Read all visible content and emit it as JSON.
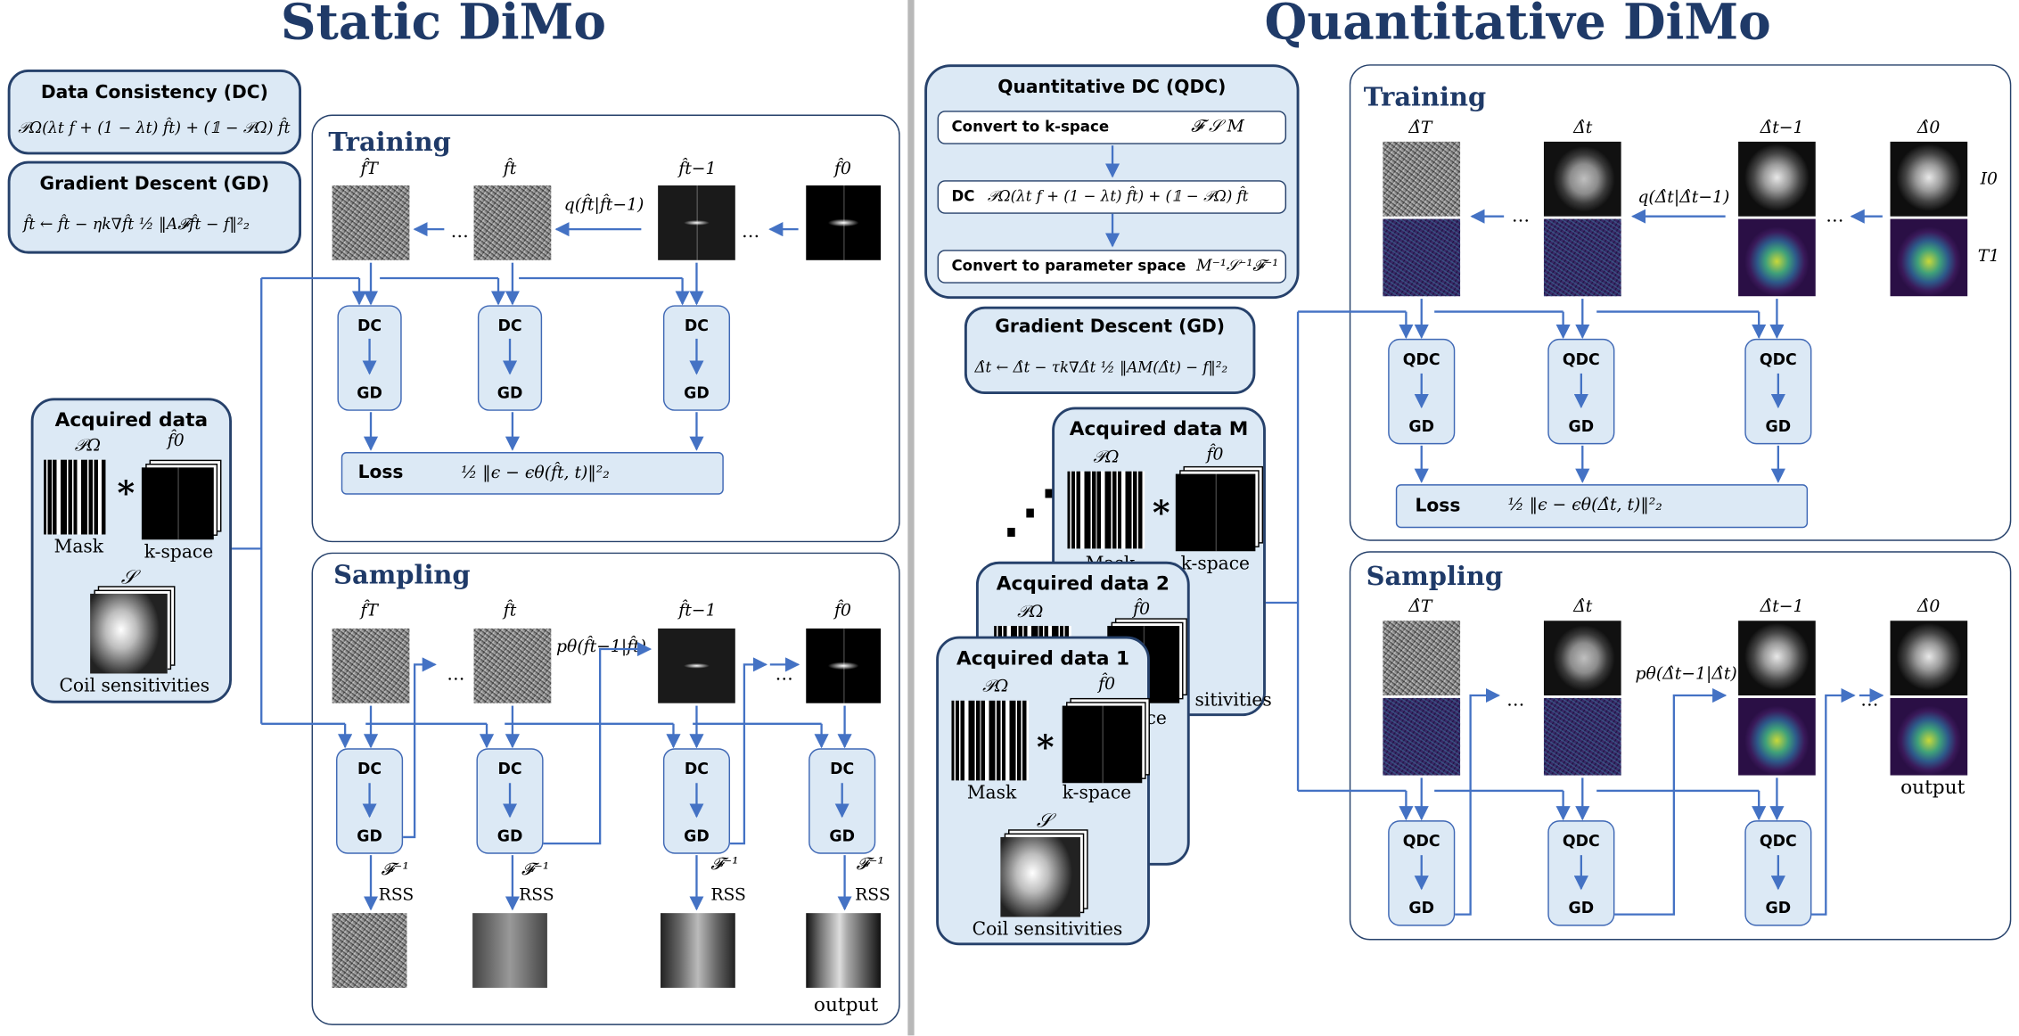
{
  "left": {
    "title": "Static DiMo",
    "dc_box": {
      "title": "Data Consistency (DC)",
      "formula": "𝒫Ω(λt f + (1 − λt) f̂t) + (𝟙 − 𝒫Ω) f̂t"
    },
    "gd_box": {
      "title": "Gradient Descent (GD)",
      "formula": "f̂t ← f̂t − ηk∇f̂t ½ ‖A𝓕f̂t − f‖²₂"
    },
    "acquired": {
      "title": "Acquired data",
      "mask_sym": "𝒫Ω",
      "ksp_sym": "f̂0",
      "star": "*",
      "mask_label": "Mask",
      "ksp_label": "k-space",
      "coil_sym": "𝒮",
      "coil_label": "Coil sensitivities"
    },
    "training": {
      "label": "Training",
      "cols": [
        "f̂T",
        "f̂t",
        "f̂t−1",
        "f̂0"
      ],
      "dots": "…",
      "q_label": "q(f̂t|f̂t−1)",
      "dc": "DC",
      "gd": "GD",
      "loss_label": "Loss",
      "loss_formula": "½ ‖ϵ − ϵθ(f̂t, t)‖²₂"
    },
    "sampling": {
      "label": "Sampling",
      "cols": [
        "f̂T",
        "f̂t",
        "f̂t−1",
        "f̂0"
      ],
      "dots": "…",
      "p_label": "pθ(f̂t−1|f̂t)",
      "dc": "DC",
      "gd": "GD",
      "finv": "𝓕⁻¹",
      "rss": "RSS",
      "output": "output"
    }
  },
  "right": {
    "title": "Quantitative DiMo",
    "qdc_box": {
      "title": "Quantitative DC (QDC)",
      "row1_label": "Convert to k-space",
      "row1_formula": "𝓕 𝒮 M",
      "row2_label": "DC",
      "row2_formula": "𝒫Ω(λt f + (1 − λt) f̂t) + (𝟙 − 𝒫Ω) f̂t",
      "row3_label": "Convert to parameter space",
      "row3_formula": "M⁻¹𝒮⁻¹𝓕⁻¹"
    },
    "gd_box": {
      "title": "Gradient Descent (GD)",
      "formula": "Δ̂t ← Δ̂t − τk∇Δ̂t ½ ‖AM(Δ̂t) − f‖²₂"
    },
    "acquired_m": {
      "title": "Acquired data M",
      "mask_sym": "𝒫Ω",
      "ksp_sym": "f̂0",
      "star": "*",
      "mask_label": "Mask",
      "ksp_label": "k-space"
    },
    "acquired_2": {
      "title": "Acquired data 2",
      "mask_sym": "𝒫Ω",
      "ksp_sym": "f̂0",
      "tail1": "ce",
      "tail2": "sitivities"
    },
    "acquired_1": {
      "title": "Acquired data 1",
      "mask_sym": "𝒫Ω",
      "ksp_sym": "f̂0",
      "star": "*",
      "mask_label": "Mask",
      "ksp_label": "k-space",
      "coil_sym": "𝒮",
      "coil_label": "Coil sensitivities"
    },
    "stack_dots": "⋰",
    "training": {
      "label": "Training",
      "cols": [
        "Δ̂T",
        "Δ̂t",
        "Δ̂t−1",
        "Δ̂0"
      ],
      "dots": "…",
      "q_label": "q(Δ̂t|Δ̂t−1)",
      "i0": "I0",
      "t1": "T1",
      "qdc": "QDC",
      "gd": "GD",
      "loss_label": "Loss",
      "loss_formula": "½ ‖ϵ − ϵθ(Δ̂t, t)‖²₂"
    },
    "sampling": {
      "label": "Sampling",
      "cols": [
        "Δ̂T",
        "Δ̂t",
        "Δ̂t−1",
        "Δ̂0"
      ],
      "dots": "…",
      "p_label": "pθ(Δ̂t−1|Δ̂t)",
      "qdc": "QDC",
      "gd": "GD",
      "output": "output"
    }
  },
  "colors": {
    "navy": "#1f3a68",
    "box_fill": "#dce9f5",
    "arrow": "#4472c4",
    "divider": "#b8b8b8"
  }
}
